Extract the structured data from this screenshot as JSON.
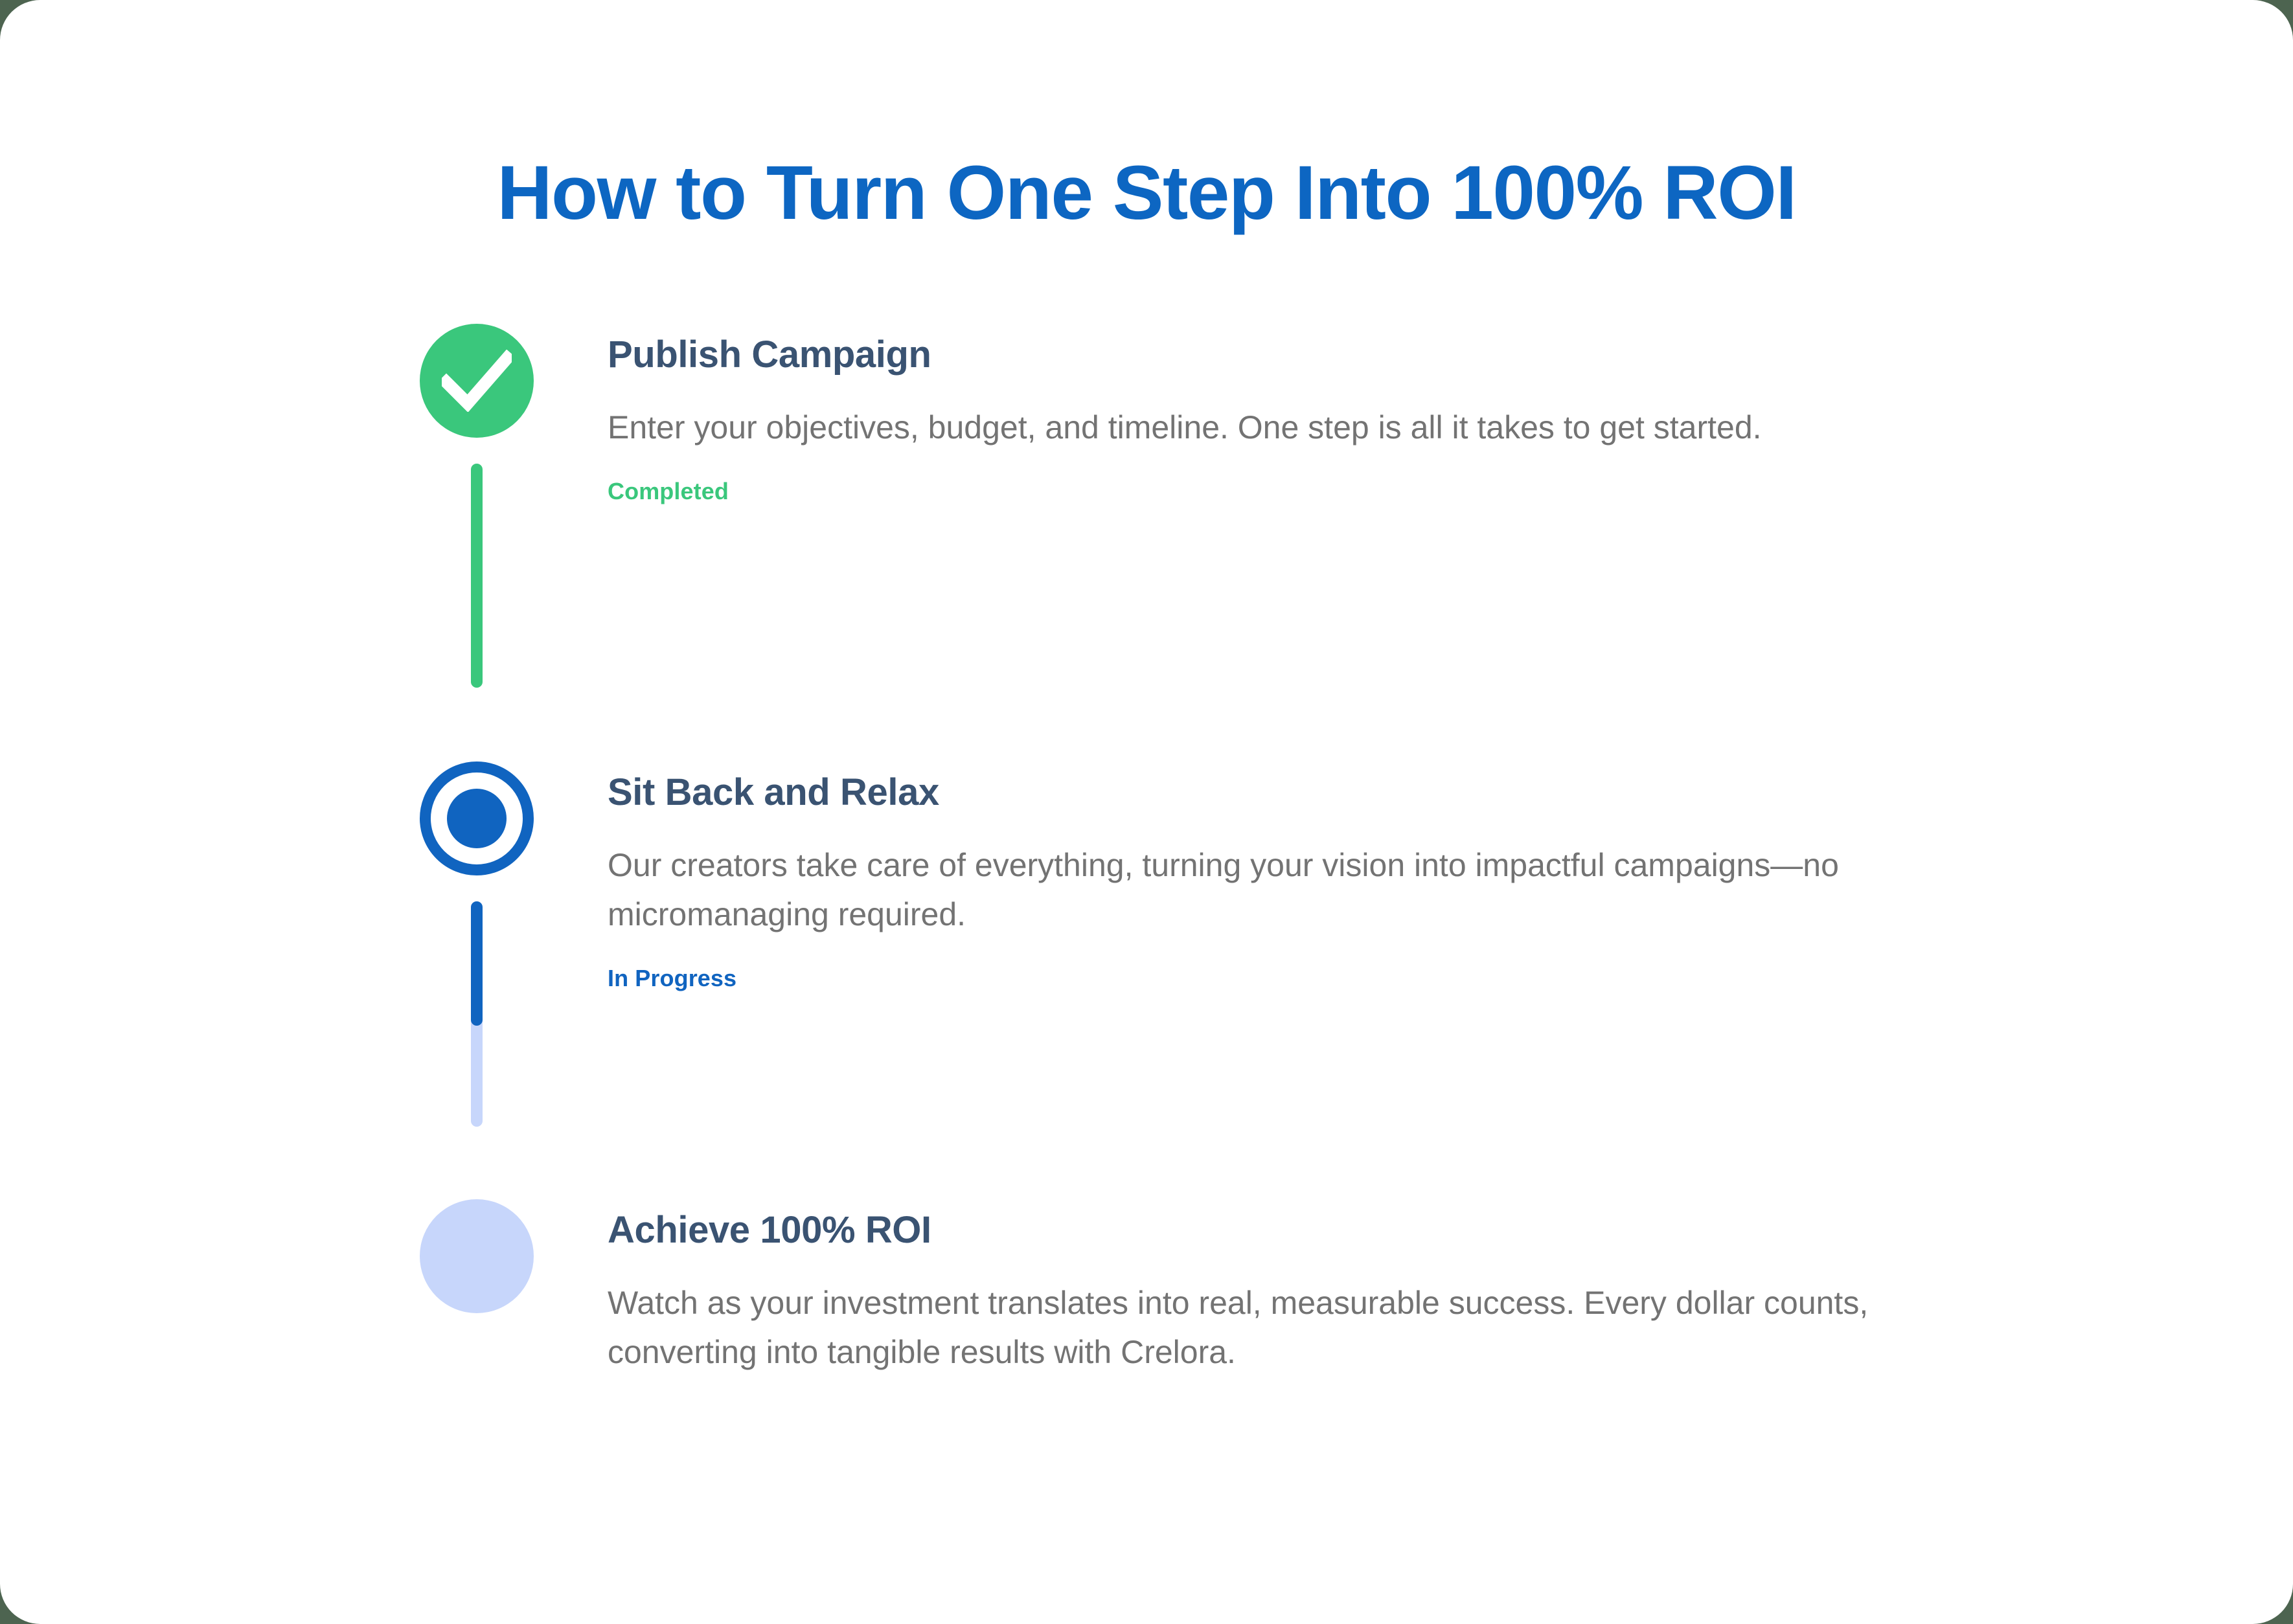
{
  "page": {
    "title": "How to Turn One Step Into 100% ROI",
    "background_color": "#4d6450",
    "card_color": "#ffffff",
    "title_color": "#0d66c2"
  },
  "colors": {
    "accent_blue": "#1064c0",
    "accent_green": "#3ac77c",
    "pending_blue": "#c7d6fb",
    "heading_slate": "#3a5372",
    "body_gray": "#737373"
  },
  "timeline": {
    "steps": [
      {
        "marker_icon": "check-circle-icon",
        "marker_state": "completed",
        "title": "Publish Campaign",
        "description": "Enter your objectives, budget, and timeline. One step is all it takes to get started.",
        "status_label": "Completed",
        "status_color": "#3ac77c",
        "connector_color": "#3ac77c",
        "connector_progress": 100
      },
      {
        "marker_icon": "radio-selected-icon",
        "marker_state": "in-progress",
        "title": "Sit Back and Relax",
        "description": "Our creators take care of everything, turning your vision into impactful campaigns—no micromanaging required.",
        "status_label": "In Progress",
        "status_color": "#1064c0",
        "connector_color": "#1064c0",
        "connector_track_color": "#c7d6fb",
        "connector_progress": 55
      },
      {
        "marker_icon": "circle-pending-icon",
        "marker_state": "pending",
        "title": "Achieve 100% ROI",
        "description": "Watch as your investment translates into real, measurable success. Every dollar counts, converting into tangible results with Crelora.",
        "status_label": "",
        "status_color": "",
        "connector_color": "",
        "connector_progress": 0
      }
    ]
  }
}
